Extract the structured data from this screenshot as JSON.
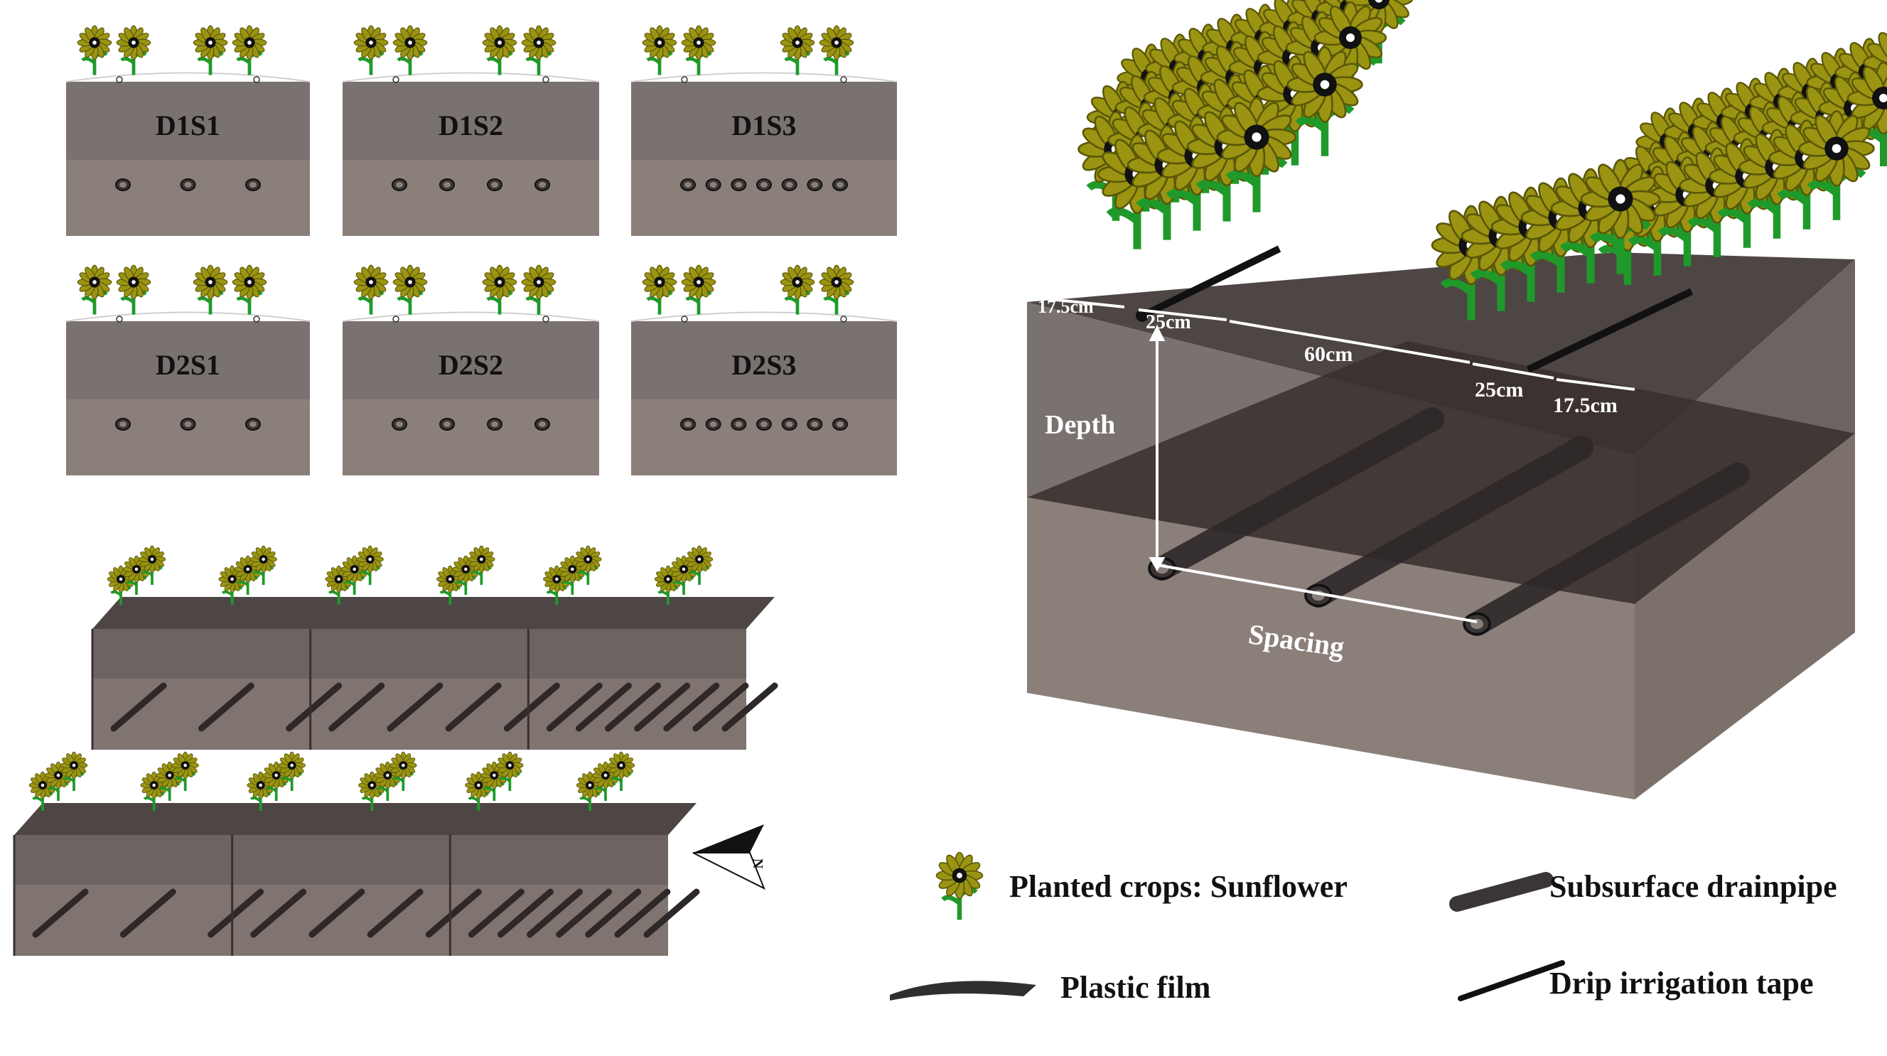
{
  "panels": [
    {
      "label": "D1S1",
      "pipes": 3
    },
    {
      "label": "D1S2",
      "pipes": 4
    },
    {
      "label": "D1S3",
      "pipes": 7
    },
    {
      "label": "D2S1",
      "pipes": 3
    },
    {
      "label": "D2S2",
      "pipes": 4
    },
    {
      "label": "D2S3",
      "pipes": 7
    }
  ],
  "dimensions": {
    "left_edge": "17.5cm",
    "left_tape": "25cm",
    "middle": "60cm",
    "right_tape": "25cm",
    "right_edge": "17.5cm",
    "depth": "Depth",
    "spacing": "Spacing"
  },
  "compass": {
    "north": "N"
  },
  "legend": {
    "sunflower": "Planted crops: Sunflower",
    "drainpipe": "Subsurface drainpipe",
    "film": "Plastic film",
    "tape": "Drip irrigation tape"
  },
  "colors": {
    "soil_top": "#7a7270",
    "soil_bottom": "#8b7f7a",
    "surface": "#4e4644",
    "petal": "#9a9412",
    "stem": "#1f9a2a",
    "pipe": "#3a3636",
    "text_dark": "#1a1a1a",
    "text_light": "#ffffff"
  }
}
